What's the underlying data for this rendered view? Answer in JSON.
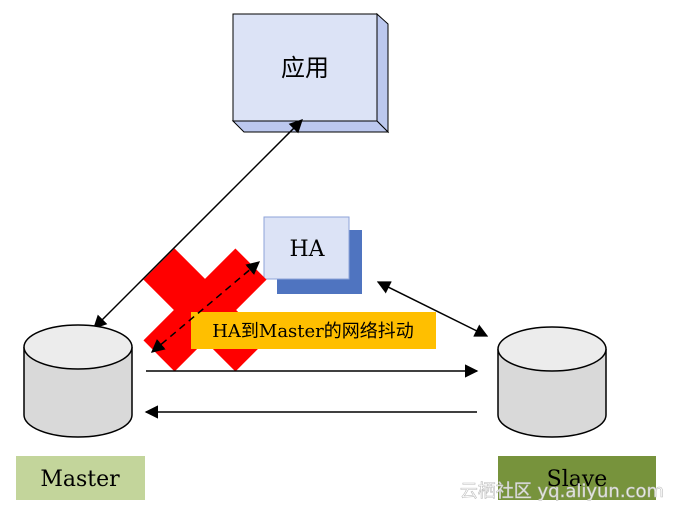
{
  "app": {
    "label": "应用"
  },
  "ha": {
    "label": "HA"
  },
  "annotation": {
    "text": "HA到Master的网络抖动"
  },
  "master": {
    "label": "Master"
  },
  "slave": {
    "label": "Slave"
  },
  "watermark": {
    "text": "云栖社区 yq.aliyun.com"
  },
  "colors": {
    "app_box": "#dce3f6",
    "app_edge": "#bcc8ee",
    "ha_shadow": "#4f74c0",
    "annotation_bg": "#ffbf00",
    "cross": "#ff0000",
    "master_label_bg": "#c3d59b",
    "slave_label_bg": "#77933c",
    "db_fill": "#d9d9d9",
    "db_side": "#c8c8c8",
    "stroke": "#000000"
  }
}
